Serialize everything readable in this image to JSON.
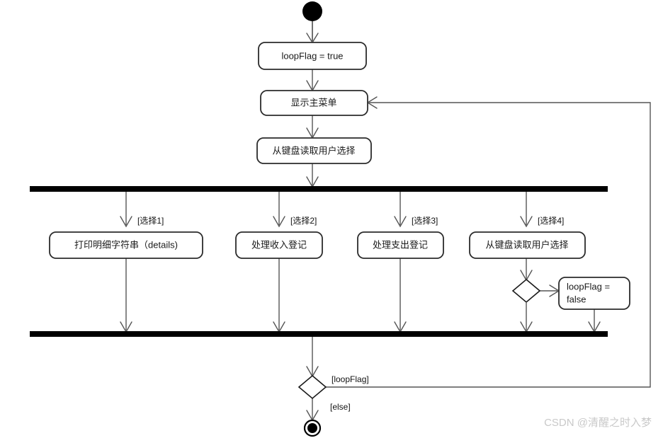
{
  "diagram": {
    "type": "uml-activity-diagram",
    "title": "",
    "nodes": {
      "initial": {
        "label": "",
        "kind": "initial-node"
      },
      "init_flag": {
        "label": "loopFlag = true",
        "kind": "action"
      },
      "show_menu": {
        "label": "显示主菜单",
        "kind": "action"
      },
      "read_choice": {
        "label": "从键盘读取用户选择",
        "kind": "action"
      },
      "fork": {
        "label": "",
        "kind": "fork-bar"
      },
      "branch1": {
        "label": "打印明细字符串（details)",
        "kind": "action"
      },
      "branch2": {
        "label": "处理收入登记",
        "kind": "action"
      },
      "branch3": {
        "label": "处理支出登记",
        "kind": "action"
      },
      "branch4": {
        "label": "从键盘读取用户选择",
        "kind": "action"
      },
      "decision_branch4": {
        "label": "",
        "kind": "decision"
      },
      "set_false": {
        "label_line1": "loopFlag =",
        "label_line2": "false",
        "kind": "action"
      },
      "join": {
        "label": "",
        "kind": "join-bar"
      },
      "decision_loop": {
        "label": "",
        "kind": "decision"
      },
      "final": {
        "label": "",
        "kind": "final-node"
      }
    },
    "edge_labels": {
      "choice1": "[选择1]",
      "choice2": "[选择2]",
      "choice3": "[选择3]",
      "choice4": "[选择4]",
      "loop_true": "[loopFlag]",
      "loop_else": "[else]"
    },
    "colors": {
      "background": "#ffffff",
      "node_stroke": "#2b2b2b",
      "flow_stroke": "#555555",
      "bar_fill": "#000000",
      "text": "#1a1a1a",
      "watermark": "#c9c9c9"
    }
  },
  "watermark": {
    "text": "CSDN @清醒之时入梦"
  }
}
